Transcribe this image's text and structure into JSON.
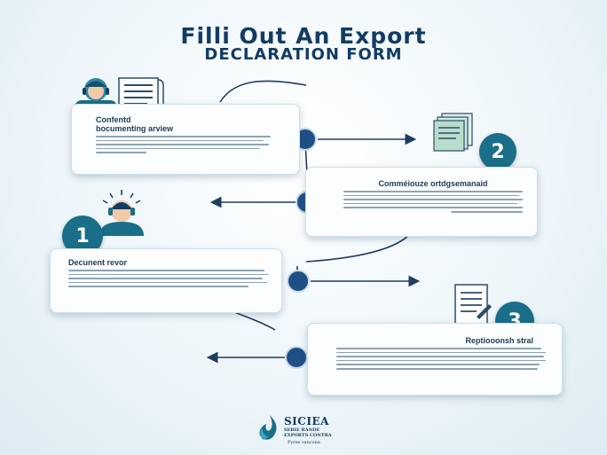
{
  "header": {
    "title_line1": "Filli Out An Export",
    "title_line2": "DECLARATION FORM"
  },
  "steps": [
    {
      "heading_line1": "Confentd",
      "heading_line2": "bocumenting arview",
      "badge": ""
    },
    {
      "heading": "Comméiouze ortdgsemanaid",
      "badge": "2"
    },
    {
      "heading": "Decunent revor",
      "badge": "1"
    },
    {
      "heading": "Reptiooonsh stral",
      "badge": "3"
    }
  ],
  "footer": {
    "logo_name": "SICIEA",
    "logo_sub1": "SEBIE RANDE",
    "logo_sub2": "EXPORTS CONTRA",
    "logo_sub3": "Pyree sancona"
  },
  "colors": {
    "accent": "#1a6e88",
    "node": "#1f4f86",
    "title": "#123c63",
    "card_bg": "#fbfdff"
  },
  "icons": [
    "agent-headset-icon",
    "document-icon",
    "stacked-papers-icon",
    "signal-agent-icon",
    "report-document-icon",
    "flame-logo-icon"
  ]
}
